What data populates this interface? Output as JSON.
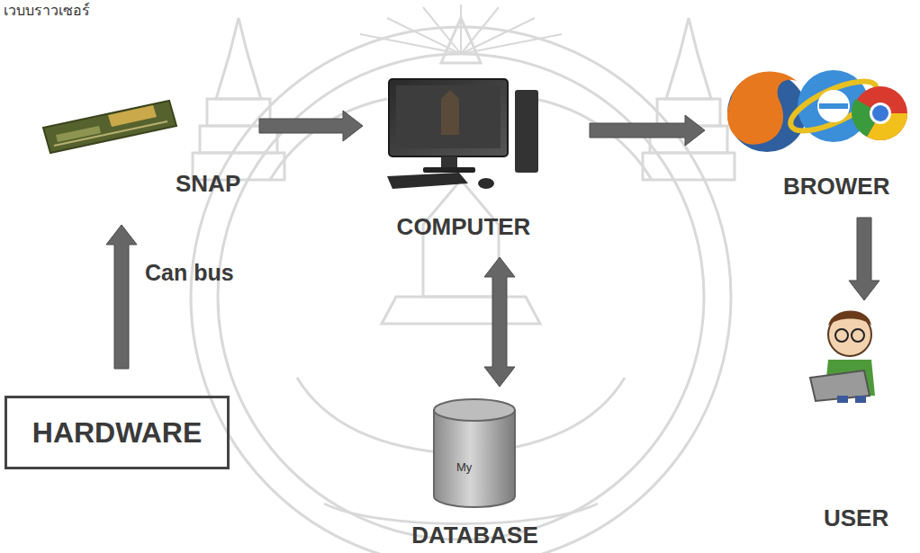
{
  "diagram": {
    "nodes": [
      {
        "text": [
          "SNAP"
        ]
      },
      {
        "text": [
          "COMPUTER"
        ]
      },
      {
        "text": [
          "BROWER"
        ]
      },
      {
        "text": [
          "HARDWARE"
        ]
      },
      {
        "text": [
          "DATABASE"
        ]
      },
      {
        "text": [
          "USER"
        ]
      }
    ],
    "edges": [
      {
        "from": 3,
        "to": 0,
        "label": "Can bus",
        "arrow": "to"
      },
      {
        "from": 0,
        "to": 1,
        "arrow": "to"
      },
      {
        "from": 1,
        "to": 2,
        "arrow": "to"
      },
      {
        "from": 1,
        "to": 4,
        "arrow": "both"
      },
      {
        "from": 2,
        "to": 5,
        "arrow": "to"
      }
    ],
    "labels": [
      "เวบบราวเซอร์",
      "My"
    ]
  }
}
